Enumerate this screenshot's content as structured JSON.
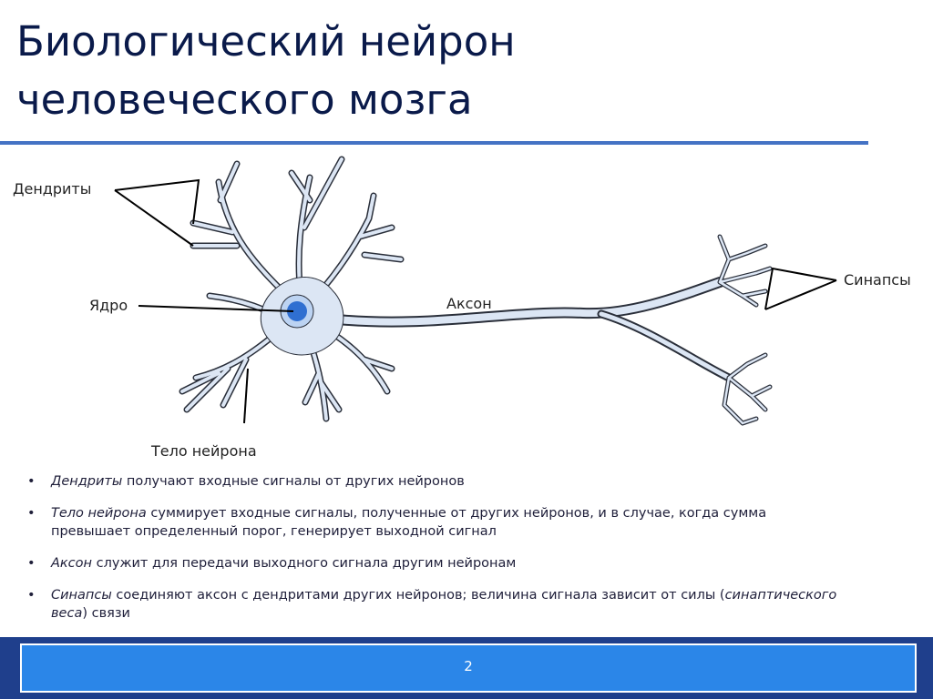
{
  "slide": {
    "title_line1": "Биологический нейрон",
    "title_line2": "человеческого мозга",
    "page_number": "2"
  },
  "diagram": {
    "labels": {
      "dendrites": "Дендриты",
      "nucleus": "Ядро",
      "axon": "Аксон",
      "synapses": "Синапсы",
      "soma": "Тело нейрона"
    },
    "colors": {
      "cell_fill": "#dce6f4",
      "cell_stroke": "#2a2f3a",
      "nucleus_fill": "#2f6fd1",
      "nucleus_ring": "#bcd3f2",
      "pointer": "#000000"
    }
  },
  "bullets": [
    {
      "term": "Дендриты",
      "text": " получают входные сигналы от других нейронов"
    },
    {
      "term": "Тело нейрона",
      "text": " суммирует входные сигналы, полученные от других нейронов, и в случае, когда сумма превышает определенный порог, генерирует выходной сигнал"
    },
    {
      "term": "Аксон",
      "text": " служит для передачи выходного сигнала другим нейронам"
    },
    {
      "term": "Синапсы",
      "text": " соединяют аксон с дендритами других нейронов; величина сигнала зависит от силы (",
      "term2": "синаптического веса",
      "text2": ") связи"
    }
  ]
}
